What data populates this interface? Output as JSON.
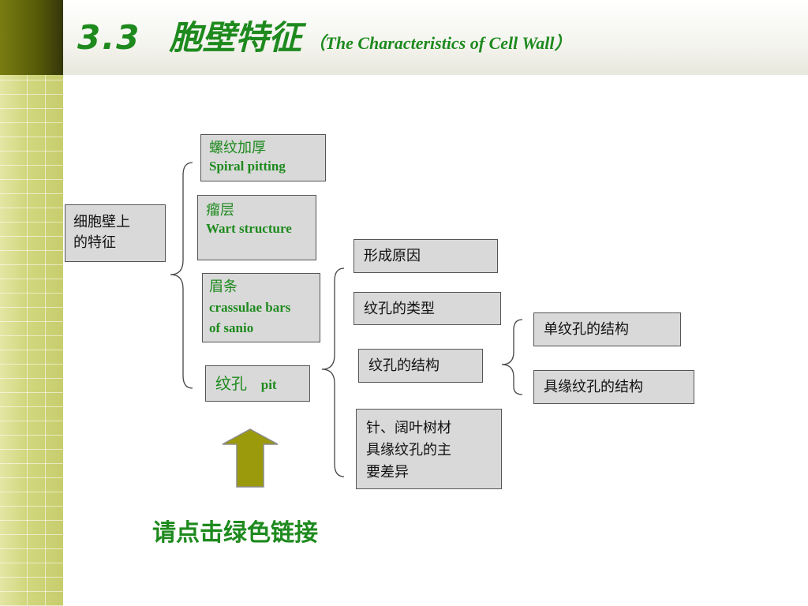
{
  "title": {
    "number": "3.3",
    "chinese": "胞壁特征",
    "english": "（The Characteristics of Cell Wall）"
  },
  "root": {
    "label_line1": "细胞壁上",
    "label_line2": "的特征"
  },
  "features": [
    {
      "cn": "螺纹加厚",
      "en": "Spiral  pitting"
    },
    {
      "cn": "瘤层",
      "en": "Wart structure"
    },
    {
      "cn": "眉条",
      "en_line1": "crassulae bars",
      "en_line2": "of sanio"
    },
    {
      "cn": "纹孔",
      "en": "pit"
    }
  ],
  "pit_topics": [
    {
      "label": "形成原因"
    },
    {
      "label": "纹孔的类型"
    },
    {
      "label": "纹孔的结构"
    },
    {
      "label_line1": "针、阔叶树材",
      "label_line2": "具缘纹孔的主",
      "label_line3": "要差异"
    }
  ],
  "structure_types": [
    {
      "label": "单纹孔的结构"
    },
    {
      "label": "具缘纹孔的结构"
    }
  ],
  "notice": "请点击绿色链接",
  "colors": {
    "accent_green": "#1e8a1e",
    "arrow_fill": "#9a9a0c",
    "box_fill": "#d9d9d9"
  }
}
